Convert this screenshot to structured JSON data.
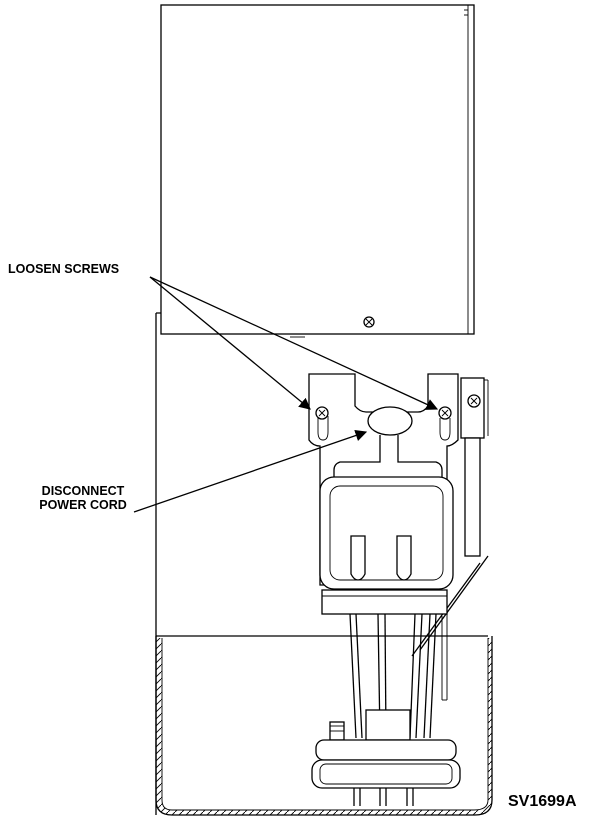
{
  "callouts": {
    "loosen_screws": "LOOSEN SCREWS",
    "disconnect_power_cord_line1": "DISCONNECT",
    "disconnect_power_cord_line2": "POWER CORD"
  },
  "figure_id": "SV1699A"
}
